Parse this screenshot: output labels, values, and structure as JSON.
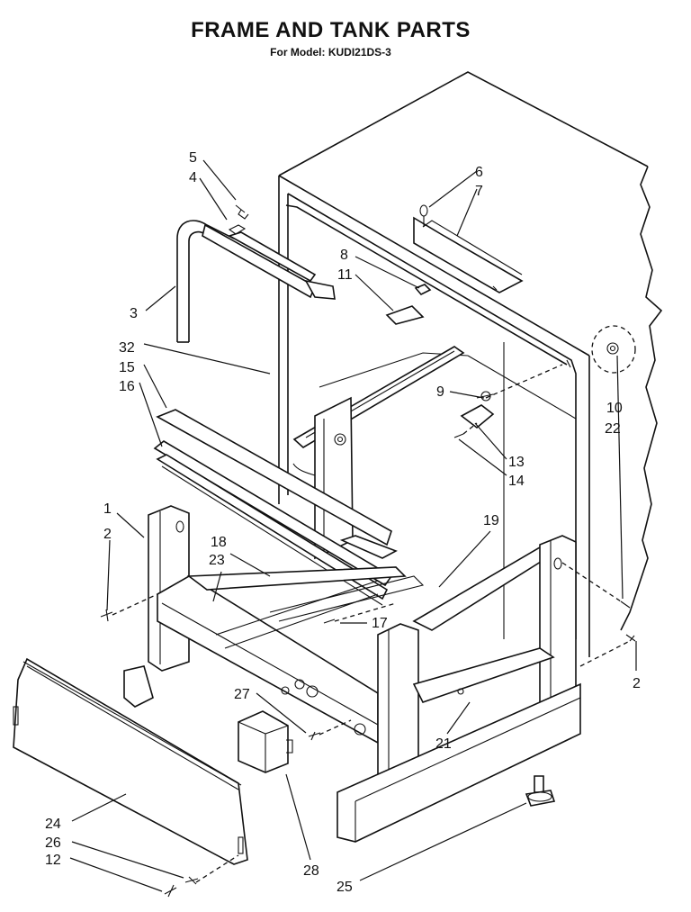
{
  "header": {
    "title": "FRAME AND TANK PARTS",
    "subtitle": "For Model: KUDI21DS-3"
  },
  "callouts": [
    {
      "id": "5",
      "text": "5"
    },
    {
      "id": "4",
      "text": "4"
    },
    {
      "id": "6",
      "text": "6"
    },
    {
      "id": "7",
      "text": "7"
    },
    {
      "id": "8",
      "text": "8"
    },
    {
      "id": "11",
      "text": "11"
    },
    {
      "id": "3",
      "text": "3"
    },
    {
      "id": "32",
      "text": "32"
    },
    {
      "id": "15",
      "text": "15"
    },
    {
      "id": "16",
      "text": "16"
    },
    {
      "id": "9",
      "text": "9"
    },
    {
      "id": "10",
      "text": "10"
    },
    {
      "id": "22",
      "text": "22"
    },
    {
      "id": "13",
      "text": "13"
    },
    {
      "id": "14",
      "text": "14"
    },
    {
      "id": "1",
      "text": "1"
    },
    {
      "id": "2a",
      "text": "2"
    },
    {
      "id": "18",
      "text": "18"
    },
    {
      "id": "23",
      "text": "23"
    },
    {
      "id": "19",
      "text": "19"
    },
    {
      "id": "17",
      "text": "17"
    },
    {
      "id": "2b",
      "text": "2"
    },
    {
      "id": "27",
      "text": "27"
    },
    {
      "id": "21",
      "text": "21"
    },
    {
      "id": "24",
      "text": "24"
    },
    {
      "id": "26",
      "text": "26"
    },
    {
      "id": "12",
      "text": "12"
    },
    {
      "id": "28",
      "text": "28"
    },
    {
      "id": "25",
      "text": "25"
    }
  ]
}
